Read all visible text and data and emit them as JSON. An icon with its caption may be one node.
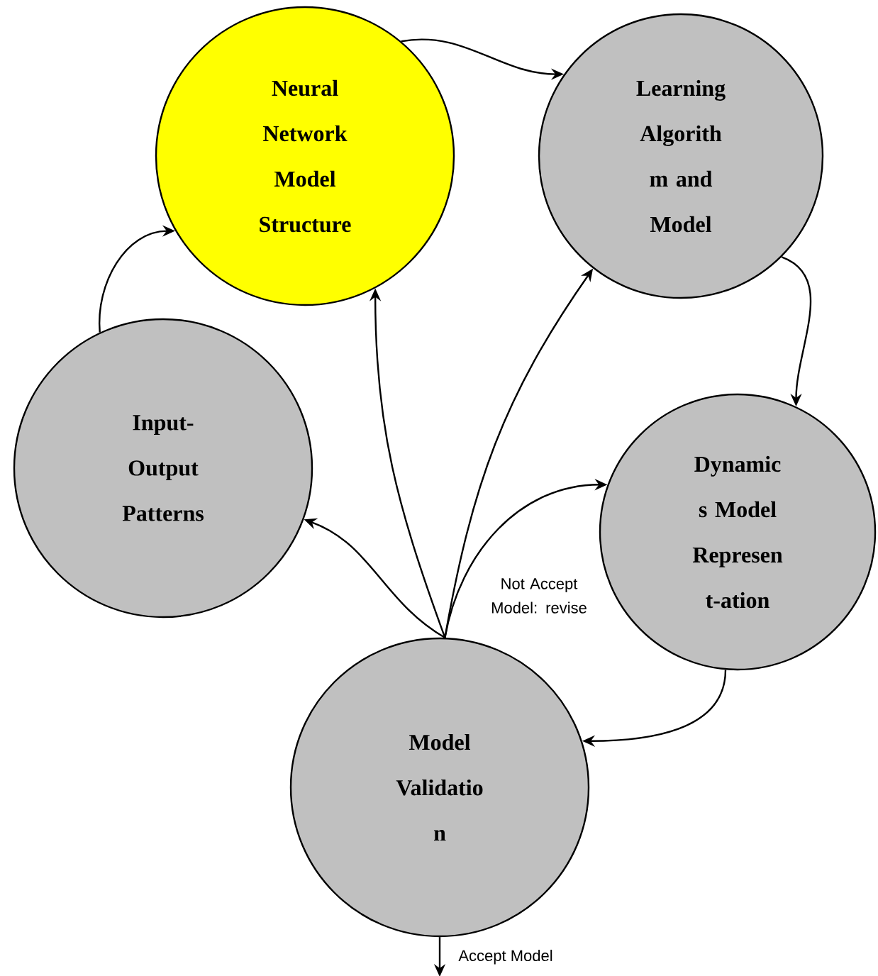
{
  "diagram": {
    "nodes": [
      {
        "text": [
          "Neural Network Model Structure"
        ]
      },
      {
        "text": [
          "Learning Algorith m and Model"
        ]
      },
      {
        "text": [
          "Input- Output Patterns"
        ]
      },
      {
        "text": [
          "Dynamic s Model Represen t-ation"
        ]
      },
      {
        "text": [
          "Model Validatio n"
        ]
      }
    ],
    "edges": [
      {
        "from": 0,
        "to": 1,
        "arrow": "to"
      },
      {
        "from": 1,
        "to": 3,
        "arrow": "to"
      },
      {
        "from": 3,
        "to": 4,
        "arrow": "to"
      },
      {
        "from": 4,
        "to": 2,
        "arrow": "to"
      },
      {
        "from": 4,
        "to": 0,
        "arrow": "to"
      },
      {
        "from": 4,
        "to": 1,
        "arrow": "to"
      },
      {
        "from": 4,
        "to": 3,
        "arrow": "to"
      },
      {
        "from": 2,
        "to": 0,
        "arrow": "to"
      },
      {
        "from": 4,
        "to": null,
        "arrow": "to",
        "label": "Accept Model"
      }
    ],
    "labels": [
      "Not Accept Model: revise"
    ]
  }
}
